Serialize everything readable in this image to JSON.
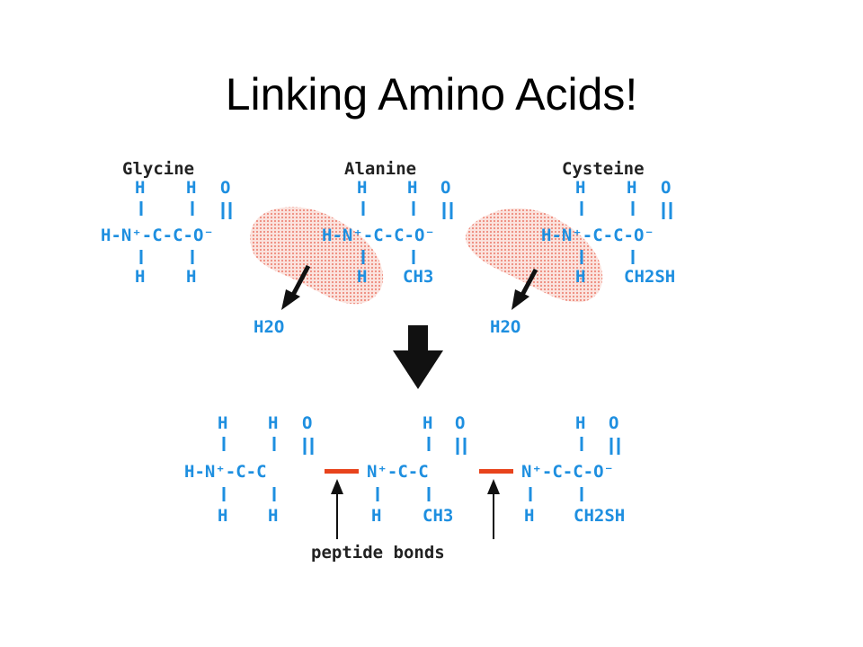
{
  "slide": {
    "title": "Linking Amino Acids!"
  },
  "colors": {
    "atom": "#1e8fe0",
    "label": "#222222",
    "bond_highlight": "#e8431c",
    "water_blob": "#f3a59b",
    "arrow": "#111111"
  },
  "amino_acids": [
    {
      "name": "Glycine",
      "top_row": [
        "H",
        "H",
        "O"
      ],
      "middle_row": "H-N⁺-C-C-O⁻",
      "bottom_row": [
        "H",
        "H"
      ]
    },
    {
      "name": "Alanine",
      "top_row": [
        "H",
        "H",
        "O"
      ],
      "middle_row": "H-N⁺-C-C-O⁻",
      "bottom_row": [
        "H",
        "CH3"
      ]
    },
    {
      "name": "Cysteine",
      "top_row": [
        "H",
        "H",
        "O"
      ],
      "middle_row": "H-N⁺-C-C-O⁻",
      "bottom_row": [
        "H",
        "CH2SH"
      ]
    }
  ],
  "byproduct": "H2O",
  "peptide": {
    "left": "H-N⁺-C-C",
    "middle": "N⁺-C-C",
    "right": "N⁺-C-C-O⁻",
    "bottom_left": [
      "H",
      "H"
    ],
    "bottom_middle": [
      "H",
      "CH3"
    ],
    "bottom_right": [
      "H",
      "CH2SH"
    ],
    "caption": "peptide bonds"
  }
}
